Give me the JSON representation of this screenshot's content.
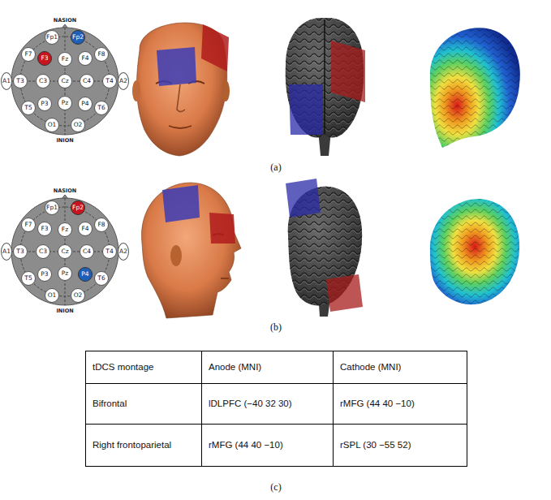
{
  "diagram": {
    "nodes": [
      {
        "text": [
          "Fp1"
        ]
      },
      {
        "text": [
          "Fp2"
        ]
      },
      {
        "text": [
          "F7"
        ]
      },
      {
        "text": [
          "F3"
        ]
      },
      {
        "text": [
          "Fz"
        ]
      },
      {
        "text": [
          "F4"
        ]
      },
      {
        "text": [
          "F8"
        ]
      },
      {
        "text": [
          "A1"
        ]
      },
      {
        "text": [
          "T3"
        ]
      },
      {
        "text": [
          "C3"
        ]
      },
      {
        "text": [
          "Cz"
        ]
      },
      {
        "text": [
          "C4"
        ]
      },
      {
        "text": [
          "T4"
        ]
      },
      {
        "text": [
          "A2"
        ]
      },
      {
        "text": [
          "T5"
        ]
      },
      {
        "text": [
          "P3"
        ]
      },
      {
        "text": [
          "Pz"
        ]
      },
      {
        "text": [
          "P4"
        ]
      },
      {
        "text": [
          "T6"
        ]
      },
      {
        "text": [
          "O1"
        ]
      },
      {
        "text": [
          "O2"
        ]
      },
      {
        "text": [
          "Fp1"
        ]
      },
      {
        "text": [
          "Fp2"
        ]
      },
      {
        "text": [
          "F7"
        ]
      },
      {
        "text": [
          "F3"
        ]
      },
      {
        "text": [
          "Fz"
        ]
      },
      {
        "text": [
          "F4"
        ]
      },
      {
        "text": [
          "F8"
        ]
      },
      {
        "text": [
          "A1"
        ]
      },
      {
        "text": [
          "T3"
        ]
      },
      {
        "text": [
          "C3"
        ]
      },
      {
        "text": [
          "Cz"
        ]
      },
      {
        "text": [
          "C4"
        ]
      },
      {
        "text": [
          "T4"
        ]
      },
      {
        "text": [
          "A2"
        ]
      },
      {
        "text": [
          "T5"
        ]
      },
      {
        "text": [
          "P3"
        ]
      },
      {
        "text": [
          "Pz"
        ]
      },
      {
        "text": [
          "P4"
        ]
      },
      {
        "text": [
          "T6"
        ]
      },
      {
        "text": [
          "O1"
        ]
      },
      {
        "text": [
          "O2"
        ]
      }
    ],
    "labels": [
      "NASION",
      "INION",
      "(a)",
      "NASION",
      "INION",
      "(b)",
      "tDCS montage",
      "Anode (MNI)",
      "Cathode (MNI)",
      "Bifrontal",
      "lDLPFC (−40 32 30)",
      "rMFG (44 40 −10)",
      "Right frontoparietal",
      "rMFG (44 40 −10)",
      "rSPL (30 −55 52)",
      "(c)"
    ]
  }
}
